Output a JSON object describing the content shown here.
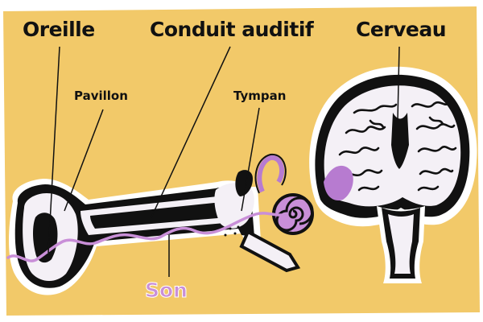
{
  "labels": {
    "oreille": "Oreille",
    "conduit": "Conduit auditif",
    "cerveau": "Cerveau",
    "pavillon": "Pavillon",
    "tympan": "Tympan",
    "son": "Son"
  },
  "colors": {
    "background": "#f2c969",
    "ink": "#111111",
    "outline_white": "#ffffff",
    "sound": "#c98fd8",
    "highlight": "#b77bd0",
    "pale": "#f4f0f6"
  }
}
